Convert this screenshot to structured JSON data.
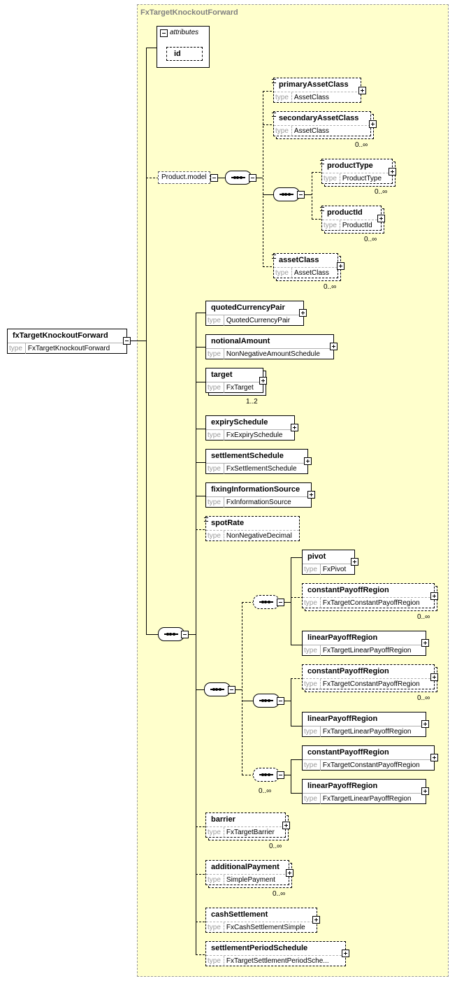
{
  "region_title": "FxTargetKnockoutForward",
  "root": {
    "name": "fxTargetKnockoutForward",
    "type_label": "type",
    "type": "FxTargetKnockoutForward"
  },
  "attributes": {
    "label": "attributes",
    "id": "id"
  },
  "group": {
    "name": "Product.model"
  },
  "elements": {
    "primaryAssetClass": {
      "name": "primaryAssetClass",
      "type_label": "type",
      "type": "AssetClass"
    },
    "secondaryAssetClass": {
      "name": "secondaryAssetClass",
      "type_label": "type",
      "type": "AssetClass",
      "occurs": "0..∞"
    },
    "productType": {
      "name": "productType",
      "type_label": "type",
      "type": "ProductType",
      "occurs": "0..∞"
    },
    "productId": {
      "name": "productId",
      "type_label": "type",
      "type": "ProductId",
      "occurs": "0..∞"
    },
    "assetClass": {
      "name": "assetClass",
      "type_label": "type",
      "type": "AssetClass",
      "occurs": "0..∞"
    },
    "quotedCurrencyPair": {
      "name": "quotedCurrencyPair",
      "type_label": "type",
      "type": "QuotedCurrencyPair"
    },
    "notionalAmount": {
      "name": "notionalAmount",
      "type_label": "type",
      "type": "NonNegativeAmountSchedule"
    },
    "target": {
      "name": "target",
      "type_label": "type",
      "type": "FxTarget",
      "occurs": "1..2"
    },
    "expirySchedule": {
      "name": "expirySchedule",
      "type_label": "type",
      "type": "FxExpirySchedule"
    },
    "settlementSchedule": {
      "name": "settlementSchedule",
      "type_label": "type",
      "type": "FxSettlementSchedule"
    },
    "fixingInformationSource": {
      "name": "fixingInformationSource",
      "type_label": "type",
      "type": "FxInformationSource"
    },
    "spotRate": {
      "name": "spotRate",
      "type_label": "type",
      "type": "NonNegativeDecimal"
    },
    "pivot": {
      "name": "pivot",
      "type_label": "type",
      "type": "FxPivot"
    },
    "constantPayoffRegion1": {
      "name": "constantPayoffRegion",
      "type_label": "type",
      "type": "FxTargetConstantPayoffRegion",
      "occurs": "0..∞"
    },
    "linearPayoffRegion1": {
      "name": "linearPayoffRegion",
      "type_label": "type",
      "type": "FxTargetLinearPayoffRegion"
    },
    "constantPayoffRegion2": {
      "name": "constantPayoffRegion",
      "type_label": "type",
      "type": "FxTargetConstantPayoffRegion",
      "occurs": "0..∞"
    },
    "linearPayoffRegion2": {
      "name": "linearPayoffRegion",
      "type_label": "type",
      "type": "FxTargetLinearPayoffRegion"
    },
    "constantPayoffRegion3": {
      "name": "constantPayoffRegion",
      "type_label": "type",
      "type": "FxTargetConstantPayoffRegion"
    },
    "linearPayoffRegion3": {
      "name": "linearPayoffRegion",
      "type_label": "type",
      "type": "FxTargetLinearPayoffRegion"
    },
    "barrier": {
      "name": "barrier",
      "type_label": "type",
      "type": "FxTargetBarrier",
      "occurs": "0..∞"
    },
    "additionalPayment": {
      "name": "additionalPayment",
      "type_label": "type",
      "type": "SimplePayment",
      "occurs": "0..∞"
    },
    "cashSettlement": {
      "name": "cashSettlement",
      "type_label": "type",
      "type": "FxCashSettlementSimple"
    },
    "settlementPeriodSchedule": {
      "name": "settlementPeriodSchedule",
      "type_label": "type",
      "type": "FxTargetSettlementPeriodSche..."
    }
  },
  "choice_occurs": "0..∞"
}
